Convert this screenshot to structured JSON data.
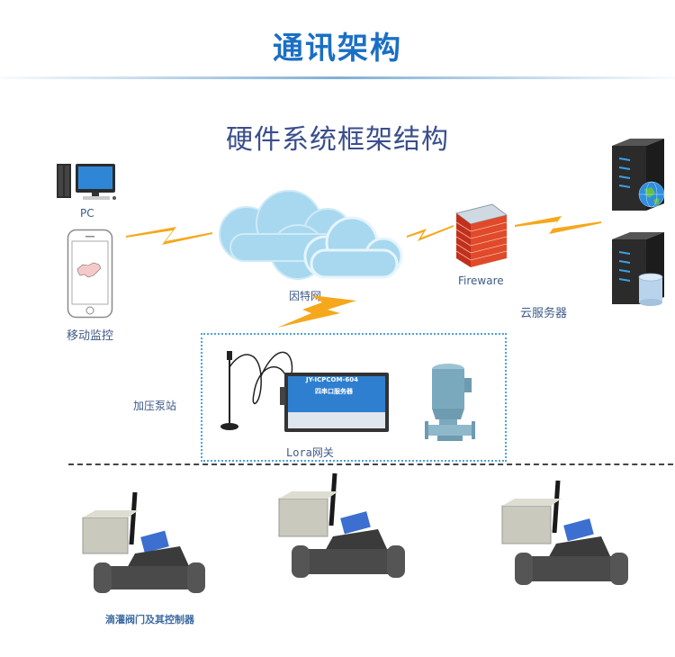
{
  "header": {
    "title": "通讯架构"
  },
  "diagram": {
    "title": "硬件系统框架结构",
    "nodes": {
      "pc": {
        "label": "PC",
        "icon": "desktop-computer-icon"
      },
      "mobile": {
        "label": "移动监控",
        "icon": "smartphone-icon"
      },
      "internet": {
        "label": "因特网",
        "icon": "cloud-icon"
      },
      "firewall": {
        "label": "Fireware",
        "icon": "firewall-brick-icon"
      },
      "cloud_server": {
        "label": "云服务器",
        "icons": [
          "web-server-icon",
          "database-server-icon"
        ]
      },
      "pump_station": {
        "label": "加压泵站"
      },
      "gateway": {
        "label": "Lora网关",
        "device_model": "JY-ICPCOM-604",
        "device_name": "四串口服务器",
        "icon": "gateway-device-icon"
      },
      "pump": {
        "icon": "water-pump-icon"
      },
      "valves": {
        "label": "滴灌阀门及其控制器",
        "count": 3,
        "icon": "valve-controller-icon"
      }
    },
    "colors": {
      "header_blue": "#1a6fc4",
      "title_navy": "#3a4e8c",
      "label_blue": "#3e5b87",
      "lightning": "#f5a81c",
      "cloud": "#a7d8ef",
      "dotted_border": "#4aa3df"
    }
  }
}
